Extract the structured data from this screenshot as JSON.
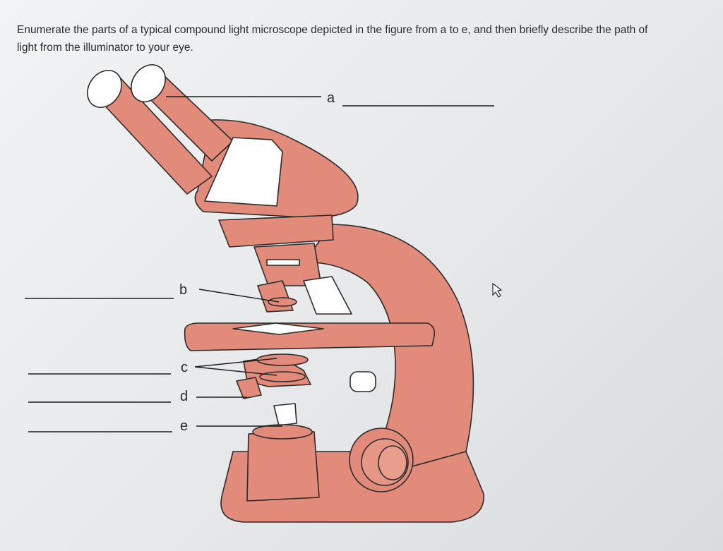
{
  "question": {
    "line1": "Enumerate the parts of a typical compound light microscope depicted in the figure from a to e, and then briefly describe the path of",
    "line2": "light from the illuminator to your eye."
  },
  "diagram": {
    "labels": {
      "a": "a",
      "b": "b",
      "c": "c",
      "d": "d",
      "e": "e"
    },
    "colors": {
      "body": "#e38b7b",
      "outline": "#2b2b2b",
      "white": "#ffffff"
    }
  },
  "cursor": {
    "icon": "mouse-pointer-icon"
  }
}
